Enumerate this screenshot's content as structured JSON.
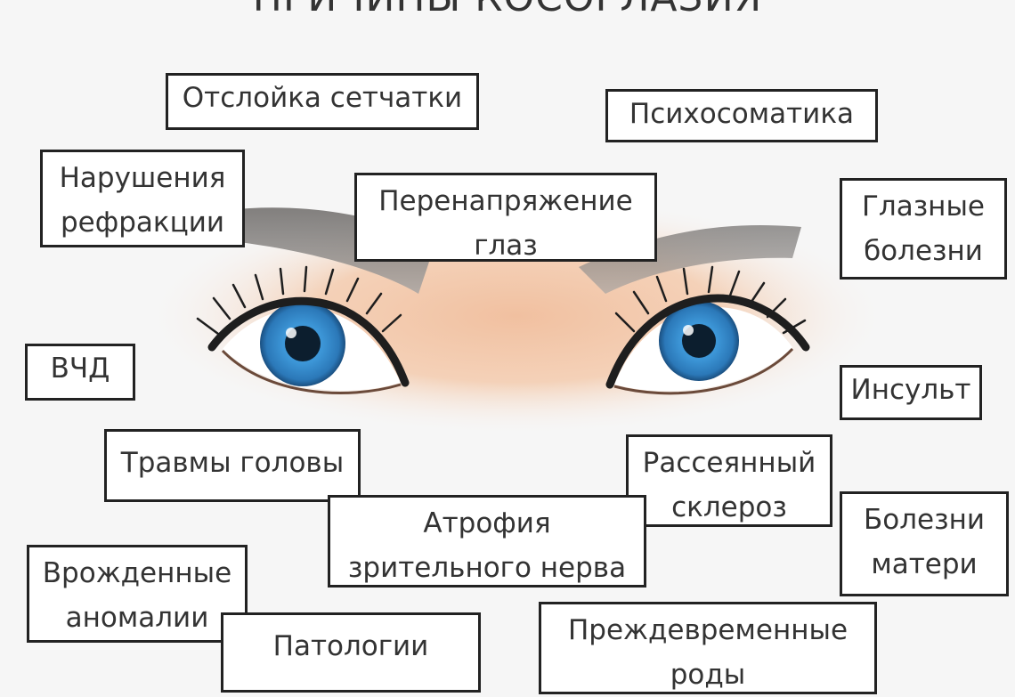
{
  "title": "ПРИЧИНЫ КОСОГЛАЗИЯ",
  "causes": {
    "retinal_detachment": "Отслойка сетчатки",
    "psychosomatics": "Психосоматика",
    "refraction_1": "Нарушения",
    "refraction_2": "рефракции",
    "eye_strain_1": "Перенапряжение",
    "eye_strain_2": "глаз",
    "eye_diseases_1": "Глазные",
    "eye_diseases_2": "болезни",
    "icp": "ВЧД",
    "stroke": "Инсульт",
    "head_injuries": "Травмы головы",
    "ms_1": "Рассеянный",
    "ms_2": "склероз",
    "optic_atrophy_1": "Атрофия",
    "optic_atrophy_2": "зрительного нерва",
    "mother_diseases_1": "Болезни",
    "mother_diseases_2": "матери",
    "congenital_1": "Врожденные",
    "congenital_2": "аномалии",
    "pathologies": "Патологии",
    "premature_1": "Преждевременные",
    "premature_2": "роды"
  },
  "colors": {
    "iris": "#3a8ccc",
    "skin": "#f3c9a9",
    "border": "#222222"
  }
}
